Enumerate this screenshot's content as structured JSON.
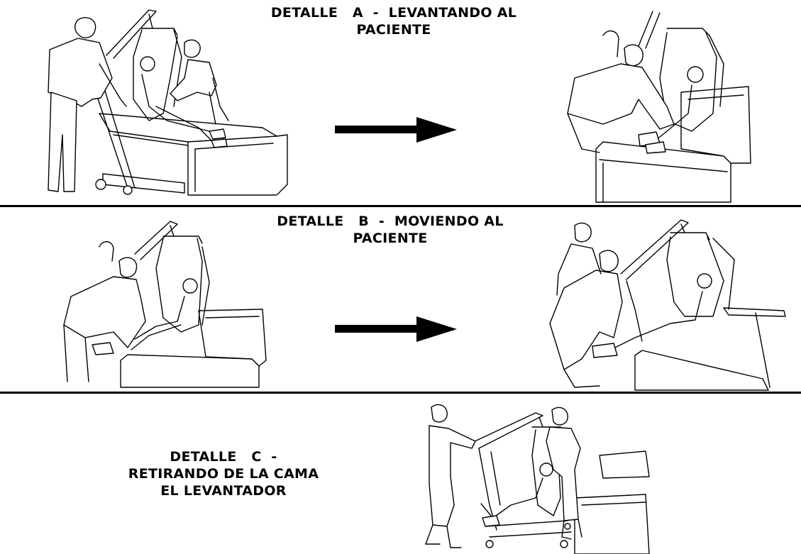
{
  "detail_a": {
    "title_line1": "DETALLE   A  -  LEVANTANDO AL",
    "title_line2": "PACIENTE"
  },
  "detail_b": {
    "title_line1": "DETALLE   B  -  MOVIENDO AL",
    "title_line2": "PACIENTE"
  },
  "detail_c": {
    "title_line1": "DETALLE   C  -",
    "title_line2": "RETIRANDO DE LA CAMA",
    "title_line3": "EL LEVANTADOR"
  },
  "icons": {
    "arrow_a": "right-arrow-icon",
    "arrow_b": "right-arrow-icon"
  }
}
